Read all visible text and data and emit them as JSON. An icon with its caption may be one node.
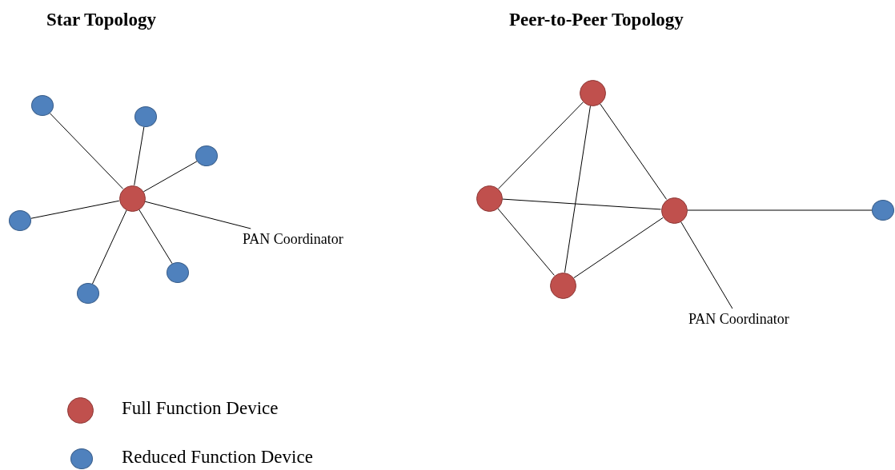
{
  "diagram": {
    "nodes": [
      {
        "text": [],
        "shape": "circle"
      },
      {
        "text": [],
        "shape": "circle"
      },
      {
        "text": [],
        "shape": "circle"
      },
      {
        "text": [],
        "shape": "circle"
      },
      {
        "text": [],
        "shape": "circle"
      },
      {
        "text": [
          "PAN Coordinator"
        ]
      },
      {
        "text": [],
        "shape": "circle"
      },
      {
        "text": [],
        "shape": "circle"
      },
      {
        "text": [],
        "shape": "circle"
      },
      {
        "text": [],
        "shape": "circle"
      },
      {
        "text": [],
        "shape": "circle"
      },
      {
        "text": [],
        "shape": "circle"
      },
      {
        "text": [],
        "shape": "circle"
      },
      {
        "text": [
          "PAN Coordinator"
        ]
      }
    ],
    "edges": [
      {
        "from": 3,
        "to": 0,
        "arrow": "none"
      },
      {
        "from": 3,
        "to": 1,
        "arrow": "none"
      },
      {
        "from": 3,
        "to": 2,
        "arrow": "none"
      },
      {
        "from": 3,
        "to": 4,
        "arrow": "none"
      },
      {
        "from": 3,
        "to": 6,
        "arrow": "none"
      },
      {
        "from": 3,
        "to": 7,
        "arrow": "none"
      },
      {
        "from": 5,
        "to": 3,
        "arrow": "none"
      },
      {
        "from": 8,
        "to": 9,
        "arrow": "none"
      },
      {
        "from": 8,
        "to": 12,
        "arrow": "none"
      },
      {
        "from": 8,
        "to": 10,
        "arrow": "none"
      },
      {
        "from": 9,
        "to": 10,
        "arrow": "none"
      },
      {
        "from": 9,
        "to": 12,
        "arrow": "none"
      },
      {
        "from": 12,
        "to": 10,
        "arrow": "none"
      },
      {
        "from": 10,
        "to": 11,
        "arrow": "none"
      },
      {
        "from": 13,
        "to": 10,
        "arrow": "none"
      }
    ],
    "labels": [
      "Star Topology",
      "Peer-to-Peer Topology"
    ],
    "legend": [
      {
        "text": "Full Function Device",
        "color": "#c0504d"
      },
      {
        "text": "Reduced Function Device",
        "color": "#4f81bd"
      }
    ]
  }
}
